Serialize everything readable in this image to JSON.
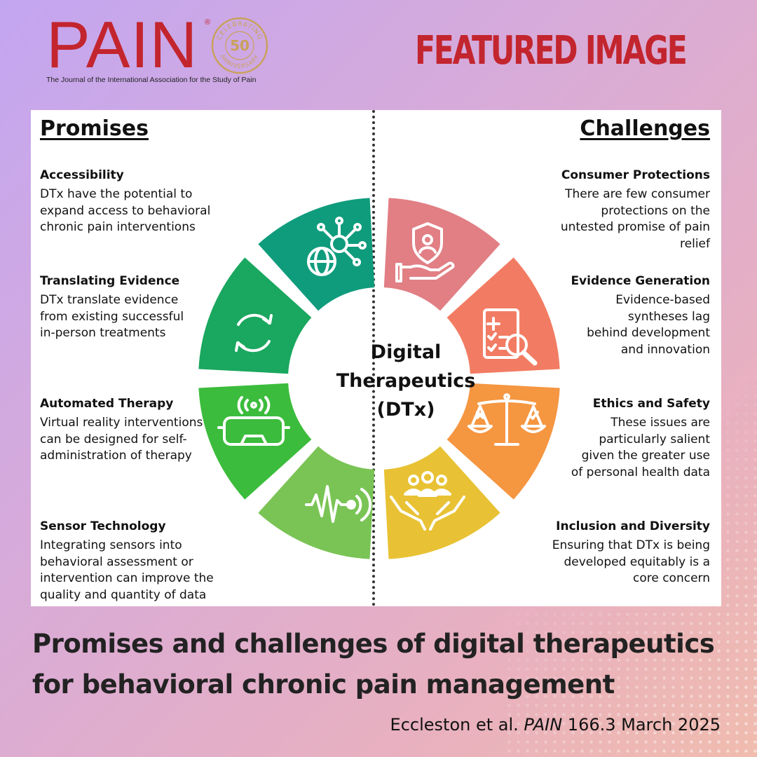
{
  "header": {
    "logo_word": "PAIN",
    "logo_registered": "®",
    "logo_subtitle": "The Journal of the International Association for the Study of Pain",
    "seal_top_text": "CELEBRATING",
    "seal_number": "50",
    "seal_bottom_text": "ANNIVERSARY",
    "badge": "FEATURED IMAGE"
  },
  "diagram": {
    "center_lines": [
      "Digital",
      "Therapeutics",
      "(DTx)"
    ],
    "promises": {
      "title": "Promises",
      "items": [
        {
          "heading": "Accessibility",
          "text": "DTx have the potential to expand access to behavioral chronic pain interventions",
          "icon": "network-globe-icon"
        },
        {
          "heading": "Translating Evidence",
          "text": "DTx translate evidence from existing successful in-person treatments",
          "icon": "refresh-cycle-icon"
        },
        {
          "heading": "Automated Therapy",
          "text": "Virtual reality interventions can be designed for self-administration of therapy",
          "icon": "vr-headset-icon"
        },
        {
          "heading": "Sensor Technology",
          "text": "Integrating sensors into behavioral assessment or intervention can improve the quality and quantity of data",
          "icon": "sensor-wave-icon"
        }
      ]
    },
    "challenges": {
      "title": "Challenges",
      "items": [
        {
          "heading": "Consumer Protections",
          "text": "There are few consumer protections on the untested promise of pain relief",
          "icon": "shield-hand-icon"
        },
        {
          "heading": "Evidence Generation",
          "text": "Evidence-based syntheses lag behind development and innovation",
          "icon": "document-search-icon"
        },
        {
          "heading": "Ethics and Safety",
          "text": "These issues are particularly salient given the greater use of personal health data",
          "icon": "balance-scale-icon"
        },
        {
          "heading": "Inclusion and Diversity",
          "text": "Ensuring that DTx is being developed equitably is a core concern",
          "icon": "people-hands-icon"
        }
      ]
    },
    "segment_colors": [
      "#0f9c7d",
      "#1aa75f",
      "#3cbc3c",
      "#79c455",
      "#e8c234",
      "#f59641",
      "#f27c63",
      "#e17f84"
    ]
  },
  "footer": {
    "headline_line1": "Promises and challenges of digital therapeutics",
    "headline_line2": "for behavioral chronic pain management",
    "citation_authors": "Eccleston et al.",
    "citation_journal": "PAIN",
    "citation_rest": "166.3 March 2025"
  }
}
